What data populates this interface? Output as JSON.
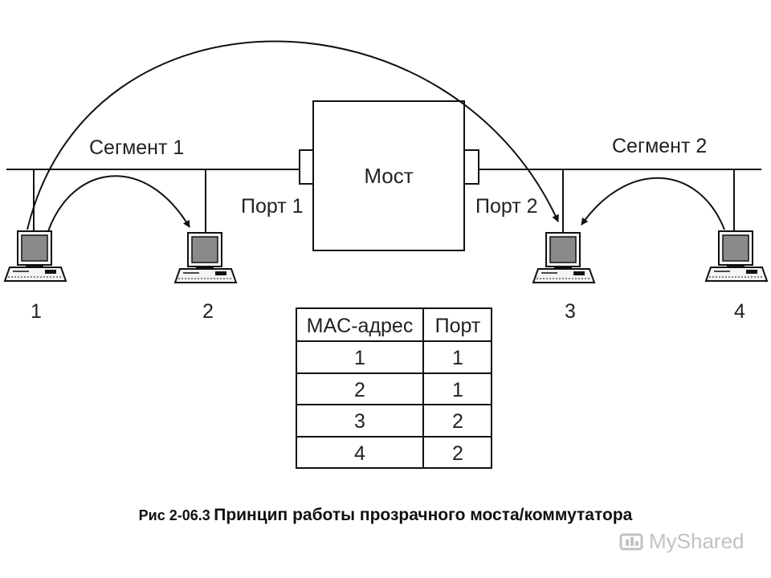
{
  "segments": {
    "left_label": "Сегмент 1",
    "right_label": "Сегмент 2"
  },
  "bridge": {
    "label": "Мост",
    "port1_label": "Порт 1",
    "port2_label": "Порт 2"
  },
  "computers": [
    {
      "label": "1"
    },
    {
      "label": "2"
    },
    {
      "label": "3"
    },
    {
      "label": "4"
    }
  ],
  "table": {
    "headers": [
      "MAC-адрес",
      "Порт"
    ],
    "rows": [
      [
        "1",
        "1"
      ],
      [
        "2",
        "1"
      ],
      [
        "3",
        "2"
      ],
      [
        "4",
        "2"
      ]
    ]
  },
  "caption": {
    "prefix": "Рис 2-06.3",
    "title": "Принцип работы прозрачного моста/коммутатора"
  },
  "watermark": {
    "text": "MyShared",
    "icon": "myshared-logo-icon"
  },
  "colors": {
    "ink": "#222222",
    "screen": "#888888",
    "watermark": "#b8b8b8"
  }
}
